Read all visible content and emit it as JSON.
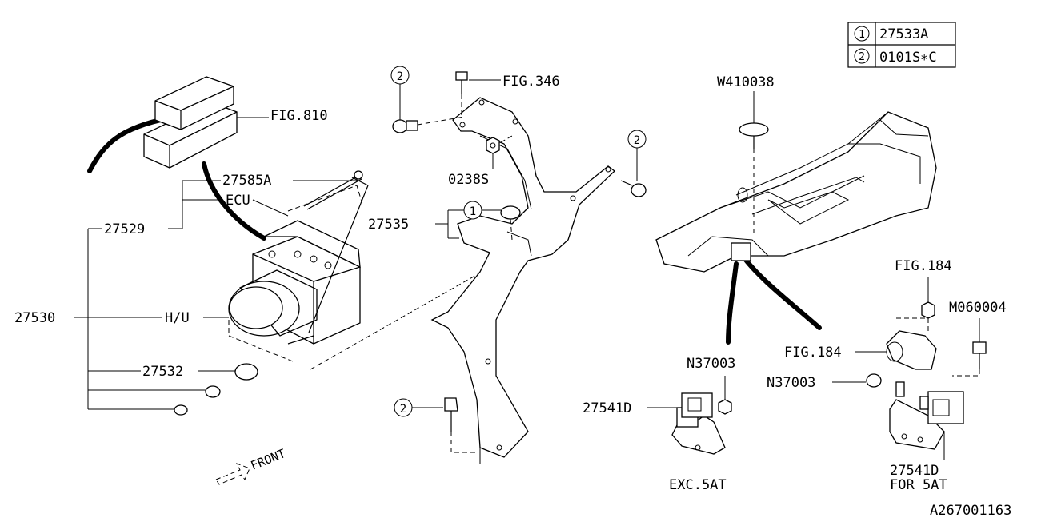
{
  "legend": {
    "rows": [
      {
        "marker": "1",
        "code": "27533A"
      },
      {
        "marker": "2",
        "code": "0101S∗C"
      }
    ]
  },
  "labels": {
    "fig810": "FIG.810",
    "p27585a": "27585A",
    "ecu": "ECU",
    "p27529": "27529",
    "p27530": "27530",
    "hu": "H/U",
    "p27532": "27532",
    "fig346": "FIG.346",
    "p0238s": "0238S",
    "p27535": "27535",
    "w410038": "W410038",
    "fig184_top": "FIG.184",
    "m060004": "M060004",
    "fig184_mid": "FIG.184",
    "n37003_left": "N37003",
    "n37003_right": "N37003",
    "p27541d_left": "27541D",
    "p27541d_right": "27541D",
    "for5at": "FOR 5AT",
    "exc5at": "EXC.5AT",
    "front": "FRONT",
    "diagram_id": "A267001163"
  },
  "callouts": {
    "c1": "1",
    "c2a": "2",
    "c2b": "2",
    "c2c": "2"
  }
}
